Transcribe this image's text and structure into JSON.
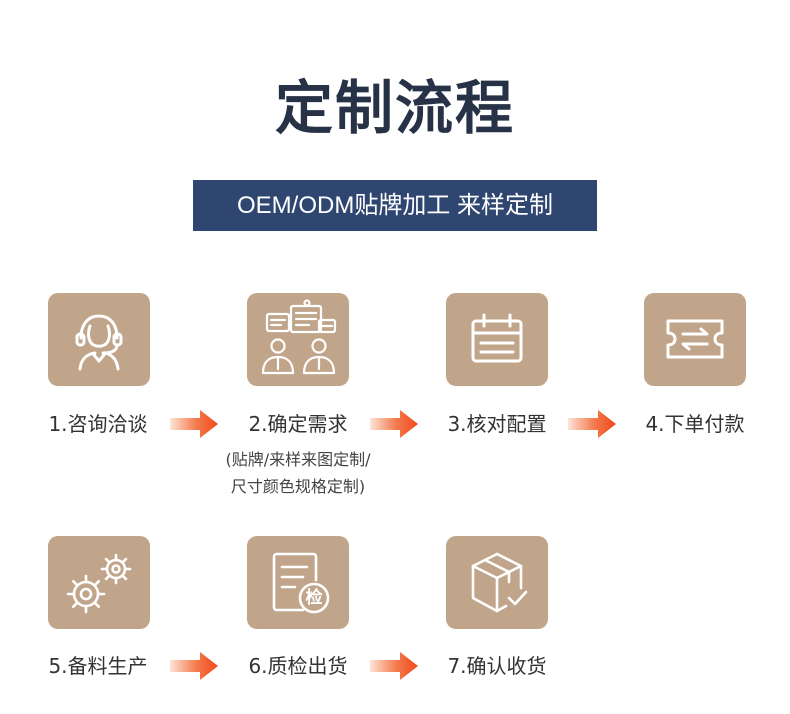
{
  "title": "定制流程",
  "banner": "OEM/ODM贴牌加工 来样定制",
  "steps": [
    {
      "label": "1.咨询洽谈",
      "icon": "headset-person-icon"
    },
    {
      "label": "2.确定需求",
      "icon": "discussion-icon",
      "note_line1": "(贴牌/来样来图定制/",
      "note_line2": "尺寸颜色规格定制)"
    },
    {
      "label": "3.核对配置",
      "icon": "calendar-icon"
    },
    {
      "label": "4.下单付款",
      "icon": "ticket-exchange-icon"
    },
    {
      "label": "5.备料生产",
      "icon": "gears-icon"
    },
    {
      "label": "6.质检出货",
      "icon": "inspection-document-icon",
      "badge": "检"
    },
    {
      "label": "7.确认收货",
      "icon": "package-check-icon"
    }
  ],
  "colors": {
    "title": "#273247",
    "banner": "#2f4670",
    "tile": "#c1a58a",
    "arrow_start": "#fde3d6",
    "arrow_end": "#f0481a"
  }
}
